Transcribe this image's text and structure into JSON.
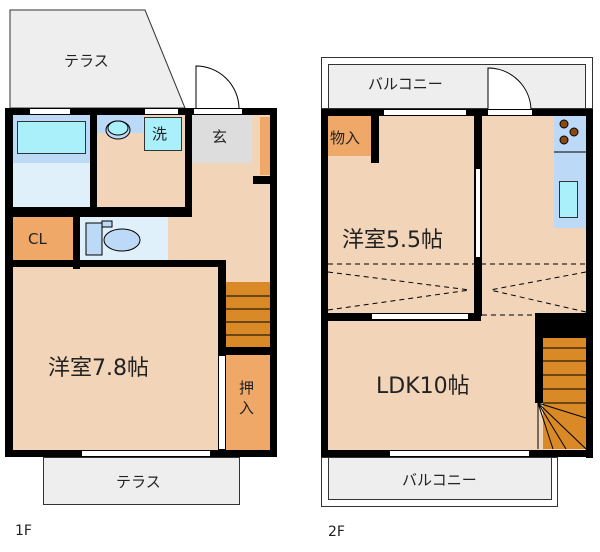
{
  "floors": [
    {
      "label": "1F",
      "rooms": {
        "terrace_top": "テラス",
        "wash": "洗",
        "entrance": "玄",
        "closet": "CL",
        "western_room": "洋室7.8帖",
        "oshiire": "押入",
        "terrace_bottom": "テラス"
      }
    },
    {
      "label": "2F",
      "rooms": {
        "balcony_top": "バルコニー",
        "storage": "物入",
        "western_room": "洋室5.5帖",
        "ldk": "LDK10帖",
        "balcony_bottom": "バルコニー"
      }
    }
  ],
  "colors": {
    "floor": "#f2d4b8",
    "wall": "#000000",
    "terrace": "#eeeeee",
    "bath": "#dff0fb",
    "closet": "#f0a868",
    "stair": "#d98a26",
    "entry": "#dddddd"
  }
}
